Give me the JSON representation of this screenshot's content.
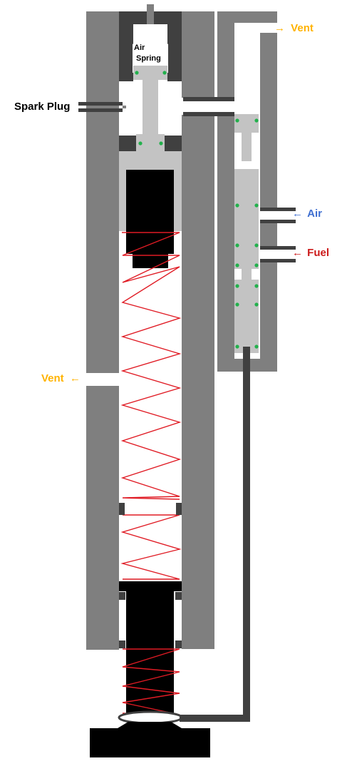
{
  "labels": {
    "air_spring_line1": "Air",
    "air_spring_line2": "Spring",
    "spark_plug": "Spark Plug",
    "vent_top": "Vent",
    "vent_left": "Vent",
    "air": "Air",
    "fuel": "Fuel",
    "arrow_right": "→",
    "arrow_left": "←"
  },
  "colors": {
    "wall": "#7f7f7f",
    "dark": "#404040",
    "light": "#c3c3c3",
    "black": "#000000",
    "spring": "#e01b24",
    "node": "#22b14c",
    "vent": "#ffb300",
    "air": "#3f6fd1",
    "fuel": "#cc1a1a"
  }
}
